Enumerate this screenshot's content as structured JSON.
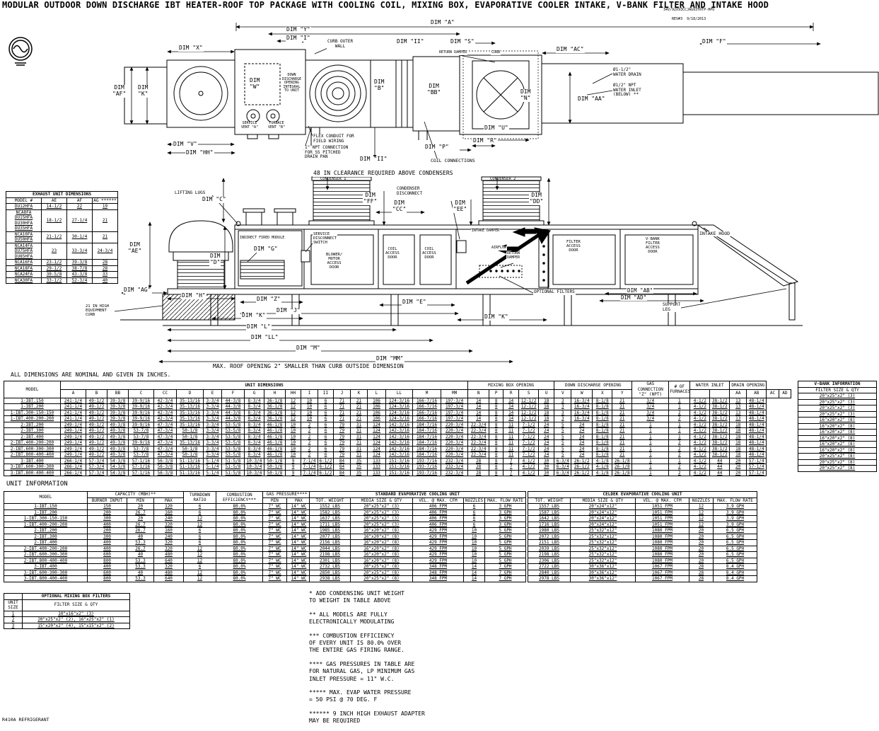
{
  "title": "MODULAR OUTDOOR DOWN DISCHARGE IBT HEATER-ROOF TOP PACKAGE WITH COOLING COIL, MIXING BOX, EVAPORATIVE COOLER INTAKE, V-BANK FILTER AND INTAKE HOOD",
  "rev_note": {
    "line1": "34V/92X93CCJAG93TRTP-HPU",
    "line2": "REV#3  9/18/2013"
  },
  "misc": {
    "dims_note": "ALL DIMENSIONS ARE NOMINAL AND GIVEN IN INCHES.",
    "unit_info_heading": "UNIT INFORMATION",
    "refrigerant": "R410A REFRIGERANT"
  },
  "top_drawing": {
    "dim_a": "DIM \"A\"",
    "dim_y": "DIM \"Y\"",
    "dim_i": "DIM \"I\"",
    "dim_x": "DIM \"X\"",
    "curb_outer_wall": "CURB OUTER\nWALL",
    "dim_ii_top": "DIM \"II\"",
    "return_damper": "RETURN DAMPER",
    "curb": "CURB",
    "dim_s": "DIM \"S\"",
    "dim_ac": "DIM \"AC\"",
    "dim_f": "DIM \"F\"",
    "dim_af": "DIM\n\"AF\"",
    "dim_k": "DIM\n\"K\"",
    "dim_w": "DIM\n\"W\"",
    "dim_b": "DIM\n\"B\"",
    "dim_bb": "DIM\n\"BB\"",
    "dim_n": "DIM\n\"N\"",
    "dim_aa": "DIM \"AA\"",
    "water_drain": "Ø1-1/2\"\nWATER DRAIN",
    "water_inlet": "Ø1/2\" NPT\nWATER INLET\n(BELOW) **",
    "dim_v": "DIM \"V\"",
    "dim_hh": "DIM \"HH\"",
    "down_discharge": "DOWN\nDISCHARGE\nOPENING\nINTEGRAL\nTO UNIT",
    "service_vent": "SERVICE\nVENT \"A\"",
    "furnace_vent": "FURNACE\nVENT \"B\"",
    "flex_conduit": "FLEX CONDUIT FOR\nFIELD WIRING",
    "npt_connection": "1\" NPT CONNECTION\nFOR SS PITCHED\nDRAIN PAN",
    "dim_ii_bottom": "DIM \"II\"",
    "coil_connections": "COIL CONNECTIONS",
    "dim_u": "DIM \"U\"",
    "dim_p": "DIM \"P\"",
    "dim_r": "DIM \"R\""
  },
  "mid_drawing": {
    "clearance_note": "48 IN CLEARANCE REQUIRED ABOVE CONDENSERS",
    "condenser1": "CONDENSER 1",
    "condenser2": "CONDENSER 2",
    "lifting_lugs": "LIFTING LUGS",
    "dim_c": "DIM \"C\"",
    "dim_ff": "DIM\n\"FF\"",
    "dim_cc": "DIM\n\"CC\"",
    "condenser_disconnect": "CONDENSER\nDISCONNECT",
    "dim_ee": "DIM\n\"EE\"",
    "dim_dd": "DIM\n\"DD\"",
    "intake_hood": "INTAKE HOOD",
    "dim_ae": "DIM\n\"AE\"",
    "dim_d": "DIM\n\"D\"",
    "indirect_fired_module": "INDIRECT FIRED MODULE",
    "service_disconnect": "SERVICE\nDISCONNECT\nSWITCH",
    "dim_g": "DIM \"G\"",
    "blower_door": "BLOWER/\nMOTOR\nACCESS\nDOOR",
    "coil_door": "COIL\nACCESS\nDOOR",
    "intake_damper": "INTAKE DAMPER",
    "airflow": "AIRFLOW",
    "return_damper": "RETURN\nDAMPER",
    "filter_door": "FILTER\nACCESS\nDOOR",
    "vbank_door": "V-BANK\nFILTER\nACCESS\nDOOR",
    "optional_filters": "OPTIONAL FILTERS",
    "dim_ab": "DIM \"AB\"",
    "dim_ad": "DIM \"AD\"",
    "support_leg": "SUPPORT\nLEG",
    "dim_ag": "DIM \"AG\"",
    "dim_h": "DIM \"H\"",
    "dim_z": "DIM \"Z\"",
    "dim_j": "DIM \"J\"",
    "dim_e": "DIM \"E\"",
    "dim_k_left": "DIM \"K\"",
    "dim_k_right": "DIM \"K\"",
    "dim_l": "DIM \"L\"",
    "dim_ll": "DIM \"LL\"",
    "dim_m": "DIM \"M\"",
    "dim_mm": "DIM \"MM\"",
    "roof_note": "MAX. ROOF OPENING 2\" SMALLER THAN CURB OUTSIDE DIMENSION",
    "curb_note": "21 IN HIGH\nEQUIPMENT\nCURB"
  },
  "exhaust_table": {
    "title": "EXHAUST UNIT DIMENSIONS",
    "cols": [
      "MODEL #",
      "AE",
      "AF",
      "AG ******"
    ],
    "rows": [
      [
        "DU12HFA",
        "14-1/2",
        "22",
        "19"
      ],
      [
        "NCA8FA\nDU15HFA\nDU30HFA\nDU35HFA",
        "18-1/2",
        "27-1/4",
        "21"
      ],
      [
        "NCA10FA\nDU50HFA",
        "21-1/2",
        "30-1/4",
        "21"
      ],
      [
        "NCA14FA\nDU75HFA\nDU85HFA",
        "23",
        "33-3/4",
        "24-3/4"
      ],
      [
        "NCA16FA",
        "23-1/2",
        "39-3/8",
        "28"
      ],
      [
        "NCA18FA",
        "29-1/2",
        "38-7/8",
        "28"
      ],
      [
        "NCA24FA",
        "30-5/8",
        "43-3/8",
        "33"
      ],
      [
        "NCA30FA",
        "33-1/2",
        "52-3/4",
        "40"
      ]
    ]
  },
  "unit_dimensions": {
    "model_header": "MODEL",
    "group1": "UNIT DIMENSIONS",
    "group2": "MIXING BOX OPENING",
    "group3": "DOWN DISCHARGE OPENING",
    "gas_header": "GAS CONNECTION\n\"Z\" (NPT)",
    "furnaces_header": "# OF\nFURNACES",
    "water_header": "WATER INLET",
    "drain_header": "DRAIN OPENING",
    "cols": [
      "A",
      "B",
      "BB",
      "C",
      "CC",
      "D",
      "E",
      "F",
      "G",
      "H",
      "HH",
      "I",
      "II",
      "J",
      "K",
      "L",
      "LL",
      "M",
      "MM",
      "N",
      "P",
      "R",
      "S",
      "U",
      "V",
      "W",
      "X",
      "Y",
      "",
      "",
      "AA",
      "AB",
      "AC",
      "AD"
    ],
    "rows": [
      [
        "1-IBT.150",
        "241-1/4",
        "49-1/2",
        "39-3/8",
        "39-9/16",
        "42-3/4",
        "35-13/16",
        "3-3/4",
        "44-3/8",
        "8-3/4",
        "36-1/8",
        "12",
        "10",
        "6",
        "71",
        "21",
        "106",
        "124-3/16",
        "166-7/16",
        "197-3/4",
        "14",
        "8",
        "14",
        "12-1/2",
        "18",
        "3",
        "16-3/4",
        "8-1/8",
        "21",
        "3/4",
        "1",
        "4-1/2",
        "38-1/2",
        "13",
        "48-1/4"
      ],
      [
        "1-IBT.200",
        "241-1/4",
        "49-1/2",
        "39-3/8",
        "39-9/16",
        "42-3/4",
        "35-13/16",
        "3-3/4",
        "44-3/8",
        "8-3/4",
        "36-1/8",
        "12",
        "10",
        "6",
        "71",
        "21",
        "106",
        "124-3/16",
        "166-7/16",
        "197-3/4",
        "14",
        "8",
        "14",
        "12-1/2",
        "18",
        "3",
        "16-3/4",
        "8-1/8",
        "21",
        "3/4",
        "1",
        "4-1/2",
        "38-1/2",
        "13",
        "48-1/4"
      ],
      [
        "1-IBT.300-150-150",
        "241-1/4",
        "49-1/2",
        "39-3/8",
        "39-9/16",
        "42-3/4",
        "35-13/16",
        "3-3/4",
        "44-3/8",
        "8-3/4",
        "36-1/8",
        "12",
        "10",
        "6",
        "71",
        "21",
        "106",
        "124-3/16",
        "166-7/16",
        "197-3/4",
        "14",
        "8",
        "14",
        "12-1/2",
        "18",
        "3",
        "16-3/4",
        "8-1/8",
        "21",
        "3/4",
        "2",
        "4-1/2",
        "38-1/2",
        "13",
        "48-1/4"
      ],
      [
        "1-IBT.400-200-200",
        "241-1/4",
        "49-1/2",
        "39-3/8",
        "39-9/16",
        "42-3/4",
        "35-13/16",
        "3-3/4",
        "44-3/8",
        "8-3/4",
        "36-1/8",
        "12",
        "10",
        "6",
        "71",
        "21",
        "106",
        "124-3/16",
        "166-7/16",
        "197-3/4",
        "14",
        "8",
        "14",
        "12-1/2",
        "18",
        "3",
        "16-3/4",
        "8-1/8",
        "21",
        "3/4",
        "2",
        "4-1/2",
        "38-1/2",
        "13",
        "48-1/4"
      ],
      [
        "2-IBT.200",
        "249-1/4",
        "49-1/2",
        "49-3/8",
        "39-9/16",
        "47-3/4",
        "35-13/16",
        "3-3/4",
        "53-5/8",
        "8-3/4",
        "46-1/8",
        "10",
        "2",
        "6",
        "79",
        "31",
        "124",
        "142-3/16",
        "184-7/16",
        "220-3/4",
        "22-3/4",
        "8",
        "11",
        "7-1/2",
        "24",
        "5",
        "24",
        "8-1/8",
        "21",
        "1",
        "1",
        "4-1/2",
        "38-1/2",
        "18",
        "48-1/4"
      ],
      [
        "2-IBT.300",
        "249-1/4",
        "49-1/2",
        "49-3/8",
        "53-7/8",
        "47-3/4",
        "50-1/8",
        "3-3/4",
        "53-5/8",
        "8-3/4",
        "46-1/8",
        "10",
        "2",
        "6",
        "79",
        "31",
        "124",
        "142-3/16",
        "184-7/16",
        "220-3/4",
        "22-3/4",
        "8",
        "11",
        "7-1/2",
        "24",
        "5",
        "24",
        "8-1/8",
        "21",
        "1",
        "1",
        "4-1/2",
        "38-1/2",
        "18",
        "48-1/4"
      ],
      [
        "2-IBT.400",
        "249-1/4",
        "49-1/2",
        "49-3/8",
        "53-7/8",
        "47-3/4",
        "50-1/8",
        "3-3/4",
        "53-5/8",
        "8-3/4",
        "46-1/8",
        "10",
        "2",
        "6",
        "79",
        "31",
        "124",
        "142-3/16",
        "184-7/16",
        "220-3/4",
        "22-3/4",
        "8",
        "11",
        "7-1/2",
        "24",
        "5",
        "24",
        "8-1/8",
        "21",
        "1",
        "1",
        "4-1/2",
        "38-1/2",
        "18",
        "48-1/4"
      ],
      [
        "2-IBT.400-200-200",
        "249-1/4",
        "49-1/2",
        "49-3/8",
        "39-9/16",
        "47-3/4",
        "35-13/16",
        "3-3/4",
        "53-5/8",
        "8-3/4",
        "46-1/8",
        "10",
        "2",
        "6",
        "79",
        "31",
        "124",
        "142-3/16",
        "184-7/16",
        "220-3/4",
        "22-3/4",
        "8",
        "11",
        "7-1/2",
        "24",
        "5",
        "24",
        "8-1/8",
        "21",
        "1",
        "2",
        "4-1/2",
        "38-1/2",
        "18",
        "48-1/4"
      ],
      [
        "2-IBT.600-300-300",
        "249-1/4",
        "49-1/2",
        "49-3/8",
        "53-7/8",
        "47-3/4",
        "50-1/8",
        "3-3/4",
        "53-5/8",
        "8-3/4",
        "46-1/8",
        "10",
        "2",
        "6",
        "79",
        "31",
        "124",
        "142-3/16",
        "184-7/16",
        "220-3/4",
        "22-3/4",
        "8",
        "11",
        "7-1/2",
        "24",
        "5",
        "24",
        "8-1/8",
        "21",
        "1",
        "2",
        "4-1/2",
        "38-1/2",
        "18",
        "48-1/4"
      ],
      [
        "2-IBT.800-400-400",
        "249-1/4",
        "49-1/2",
        "49-3/8",
        "53-7/8",
        "47-3/4",
        "50-1/8",
        "3-3/4",
        "53-5/8",
        "8-3/4",
        "46-1/8",
        "10",
        "2",
        "6",
        "79",
        "31",
        "124",
        "142-3/16",
        "184-7/16",
        "220-3/4",
        "22-3/4",
        "8",
        "11",
        "7-1/2",
        "24",
        "5",
        "24",
        "8-1/8",
        "21",
        "1",
        "2",
        "4-1/2",
        "38-1/2",
        "18",
        "48-1/4"
      ],
      [
        "3-IBT.400",
        "266-1/4",
        "57-3/4",
        "54-3/8",
        "57-1/16",
        "56-3/8",
        "51-13/16",
        "5-1/4",
        "51-5/8",
        "10-3/4",
        "50-1/8",
        "9",
        "7-1/4",
        "6-1/2",
        "84",
        "35",
        "133",
        "151-3/16",
        "193-7/16",
        "232-3/4",
        "28",
        "8",
        "7",
        "4-1/2",
        "30",
        "6-3/4",
        "26-1/2",
        "4-1/8",
        "26-1/8",
        "1",
        "1",
        "4-1/2",
        "44",
        "20",
        "57-1/4"
      ],
      [
        "3-IBT.600-300-300",
        "266-1/4",
        "57-3/4",
        "54-3/8",
        "57-1/16",
        "56-3/8",
        "51-13/16",
        "5-1/4",
        "51-5/8",
        "10-3/4",
        "50-1/8",
        "9",
        "7-1/4",
        "6-1/2",
        "84",
        "35",
        "133",
        "151-3/16",
        "193-7/16",
        "232-3/4",
        "28",
        "8",
        "7",
        "4-1/2",
        "30",
        "6-3/4",
        "26-1/2",
        "4-1/8",
        "26-1/8",
        "1",
        "2",
        "4-1/2",
        "44",
        "20",
        "57-1/4"
      ],
      [
        "3-IBT.800-400-400",
        "266-1/4",
        "57-3/4",
        "54-3/8",
        "57-1/16",
        "56-3/8",
        "51-13/16",
        "5-1/4",
        "51-5/8",
        "10-3/4",
        "50-1/8",
        "9",
        "7-1/4",
        "6-1/2",
        "84",
        "35",
        "133",
        "151-3/16",
        "193-7/16",
        "232-3/4",
        "28",
        "8",
        "7",
        "4-1/2",
        "30",
        "6-3/4",
        "26-1/2",
        "4-1/8",
        "26-1/8",
        "1",
        "2",
        "4-1/2",
        "44",
        "20",
        "57-1/4"
      ]
    ]
  },
  "vbank": {
    "title": "V-BANK INFORMATION",
    "sub": "FILTER SIZE & QTY",
    "rows": [
      [
        "20\"x25\"x2\" (3)"
      ],
      [
        "20\"x25\"x2\" (3)"
      ],
      [
        "20\"x25\"x2\" (3)"
      ],
      [
        "20\"x25\"x2\" (3)"
      ],
      [
        "16\"x20\"x2\" (8)"
      ],
      [
        "16\"x20\"x2\" (8)"
      ],
      [
        "16\"x20\"x2\" (8)"
      ],
      [
        "16\"x20\"x2\" (8)"
      ],
      [
        "16\"x20\"x2\" (8)"
      ],
      [
        "16\"x20\"x2\" (8)"
      ],
      [
        "20\"x25\"x2\" (8)"
      ],
      [
        "20\"x25\"x2\" (8)"
      ],
      [
        "20\"x25\"x2\" (8)"
      ]
    ]
  },
  "unit_information": {
    "model_header": "MODEL",
    "capacity_header": "CAPACITY (MBH)**",
    "turndown_header": "TURNDOWN\nRATIO",
    "combustion_header": "COMBUSTION\nEFFICIENCY***",
    "gas_header": "GAS PRESSURE****",
    "left_cols": [
      "BURNER INPUT",
      "MIN",
      "MAX",
      "MIN",
      "MAX"
    ],
    "left_rows": [
      [
        "1-IBT.150",
        "150",
        "20",
        "120",
        "6",
        "80.0%",
        "7\" WC",
        "14\" WC"
      ],
      [
        "1-IBT.200",
        "200",
        "26.7",
        "160",
        "6",
        "80.0%",
        "7\" WC",
        "14\" WC"
      ],
      [
        "1-IBT.300-150-150",
        "300",
        "20",
        "240",
        "12",
        "80.0%",
        "7\" WC",
        "14\" WC"
      ],
      [
        "1-IBT.400-200-200",
        "400",
        "26.7",
        "320",
        "12",
        "80.0%",
        "7\" WC",
        "14\" WC"
      ],
      [
        "2-IBT.200",
        "200",
        "26.7",
        "160",
        "6",
        "80.0%",
        "7\" WC",
        "14\" WC"
      ],
      [
        "2-IBT.300",
        "300",
        "40",
        "240",
        "6",
        "80.0%",
        "7\" WC",
        "14\" WC"
      ],
      [
        "2-IBT.400",
        "400",
        "53.3",
        "320",
        "6",
        "80.0%",
        "7\" WC",
        "14\" WC"
      ],
      [
        "2-IBT.400-200-200",
        "400",
        "26.7",
        "320",
        "12",
        "80.0%",
        "7\" WC",
        "14\" WC"
      ],
      [
        "2-IBT.600-300-300",
        "600",
        "40",
        "480",
        "12",
        "80.0%",
        "7\" WC",
        "14\" WC"
      ],
      [
        "2-IBT.800-400-400",
        "800",
        "53.3",
        "640",
        "12",
        "80.0%",
        "7\" WC",
        "14\" WC"
      ],
      [
        "3-IBT.400",
        "400",
        "53.3",
        "320",
        "6",
        "80.0%",
        "7\" WC",
        "14\" WC"
      ],
      [
        "3-IBT.600-300-300",
        "600",
        "40",
        "480",
        "12",
        "80.0%",
        "7\" WC",
        "14\" WC"
      ],
      [
        "3-IBT.800-400-400",
        "800",
        "53.3",
        "640",
        "12",
        "80.0%",
        "7\" WC",
        "14\" WC"
      ]
    ],
    "standard_title": "STANDARD EVAPORATIVE COOLING UNIT",
    "evap_cols": [
      "TOT. WEIGHT",
      "MEDIA SIZE & QTY",
      "VEL. @ MAX. CFM",
      "NOZZLES",
      "MAX. FLOW RATE"
    ],
    "standard_rows": [
      [
        "1552 LBS",
        "20\"x25\"x2\" (3)",
        "406 FPM",
        "6",
        "3 GPH"
      ],
      [
        "1582 LBS",
        "20\"x25\"x2\" (3)",
        "406 FPM",
        "6",
        "3 GPH"
      ],
      [
        "1637 LBS",
        "20\"x25\"x2\" (3)",
        "406 FPM",
        "6",
        "3 GPH"
      ],
      [
        "1711 LBS",
        "20\"x25\"x2\" (3)",
        "406 FPM",
        "6",
        "3 GPH"
      ],
      [
        "1985 LBS",
        "16\"x20\"x2\" (8)",
        "429 FPM",
        "10",
        "5 GPH"
      ],
      [
        "2077 LBS",
        "16\"x20\"x2\" (8)",
        "429 FPM",
        "10",
        "5 GPH"
      ],
      [
        "2156 LBS",
        "16\"x20\"x2\" (8)",
        "429 FPM",
        "10",
        "5 GPH"
      ],
      [
        "2044 LBS",
        "16\"x20\"x2\" (8)",
        "429 FPM",
        "10",
        "5 GPH"
      ],
      [
        "2198 LBS",
        "16\"x20\"x2\" (8)",
        "429 FPM",
        "10",
        "5 GPH"
      ],
      [
        "2301 LBS",
        "16\"x20\"x2\" (8)",
        "429 FPM",
        "10",
        "5 GPH"
      ],
      [
        "2732 LBS",
        "20\"x25\"x2\" (8)",
        "348 FPM",
        "14",
        "7 GPH"
      ],
      [
        "2850 LBS",
        "20\"x25\"x2\" (8)",
        "348 FPM",
        "14",
        "7 GPH"
      ],
      [
        "2938 LBS",
        "20\"x25\"x2\" (8)",
        "348 FPM",
        "14",
        "7 GPH"
      ]
    ],
    "celdek_title": "CELDEK EVAPORATIVE COOLING UNIT",
    "celdek_rows": [
      [
        "1557 LBS",
        "20\"x24\"x12\"",
        "1051 FPM",
        "12",
        "3.9 GPH"
      ],
      [
        "1587 LBS",
        "20\"x24\"x12\"",
        "1051 FPM",
        "12",
        "3.9 GPH"
      ],
      [
        "1642 LBS",
        "20\"x24\"x12\"",
        "1051 FPM",
        "12",
        "3.9 GPH"
      ],
      [
        "1716 LBS",
        "20\"x24\"x12\"",
        "1051 FPM",
        "12",
        "3.9 GPH"
      ],
      [
        "1980 LBS",
        "25\"x32\"x12\"",
        "1080 FPM",
        "20",
        "6.5 GPH"
      ],
      [
        "2072 LBS",
        "25\"x32\"x12\"",
        "1080 FPM",
        "20",
        "6.5 GPH"
      ],
      [
        "2151 LBS",
        "25\"x32\"x12\"",
        "1080 FPM",
        "20",
        "6.5 GPH"
      ],
      [
        "2039 LBS",
        "25\"x32\"x12\"",
        "1080 FPM",
        "20",
        "6.5 GPH"
      ],
      [
        "2198 LBS",
        "25\"x32\"x12\"",
        "1080 FPM",
        "20",
        "6.5 GPH"
      ],
      [
        "2306 LBS",
        "25\"x32\"x12\"",
        "1080 FPM",
        "20",
        "6.5 GPH"
      ],
      [
        "2722 LBS",
        "30\"x36\"x12\"",
        "1067 FPM",
        "28",
        "8.4 GPH"
      ],
      [
        "2840 LBS",
        "30\"x36\"x12\"",
        "1067 FPM",
        "28",
        "8.4 GPH"
      ],
      [
        "2978 LBS",
        "30\"x36\"x12\"",
        "1067 FPM",
        "28",
        "8.4 GPH"
      ]
    ]
  },
  "mixing_box_filters": {
    "title": "OPTIONAL MIXING BOX FILTERS",
    "cols": [
      "UNIT SIZE",
      "FILTER SIZE & QTY"
    ],
    "rows": [
      [
        "1",
        "10\"x16\"x2\" (3)"
      ],
      [
        "2",
        "20\"x25\"x2\" (2), 16\"x25\"x2\" (1)"
      ],
      [
        "3",
        "15\"x20\"x2\" (4), 15\"x15\"x2\" (2)"
      ]
    ]
  },
  "notes": [
    "* ADD CONDENSING UNIT WEIGHT\nTO WEIGHT IN TABLE ABOVE",
    "** ALL MODELS ARE FULLY\nELECTRONICALLY MODULATING",
    "*** COMBUSTION EFFICIENCY\nOF EVERY UNIT IS 80.0% OVER\nTHE ENTIRE GAS FIRING RANGE.",
    "**** GAS PRESSURES IN TABLE ARE\nFOR NATURAL GAS,  LP MINIMUM GAS\nINLET PRESSURE = 11\" W.C.",
    "***** MAX. EVAP WATER PRESSURE\n= 50 PSI @ 70 DEG. F",
    "****** 9 INCH HIGH EXHAUST ADAPTER\nMAY BE REQUIRED"
  ]
}
